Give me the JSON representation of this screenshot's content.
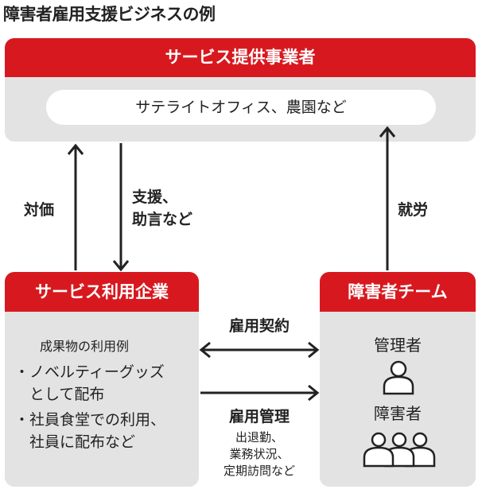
{
  "title": "障害者雇用支援ビジネスの例",
  "provider": {
    "header": "サービス提供事業者",
    "examples": "サテライトオフィス、農園など"
  },
  "arrows": {
    "payment": "対価",
    "support": [
      "支援、",
      "助言など"
    ],
    "work": "就労",
    "contract": "雇用契約",
    "management": "雇用管理",
    "management_details": [
      "出退勤、",
      "業務状況、",
      "定期訪問など"
    ]
  },
  "company": {
    "header": "サービス利用企業",
    "subtitle": "成果物の利用例",
    "items": [
      [
        "・ノベルティーグッズ",
        "　として配布"
      ],
      [
        "・社員食堂での利用、",
        "　社員に配布など"
      ]
    ]
  },
  "team": {
    "header": "障害者チーム",
    "manager": "管理者",
    "members": "障害者"
  },
  "colors": {
    "accent": "#d7191f",
    "panel": "#e3e3e3"
  }
}
